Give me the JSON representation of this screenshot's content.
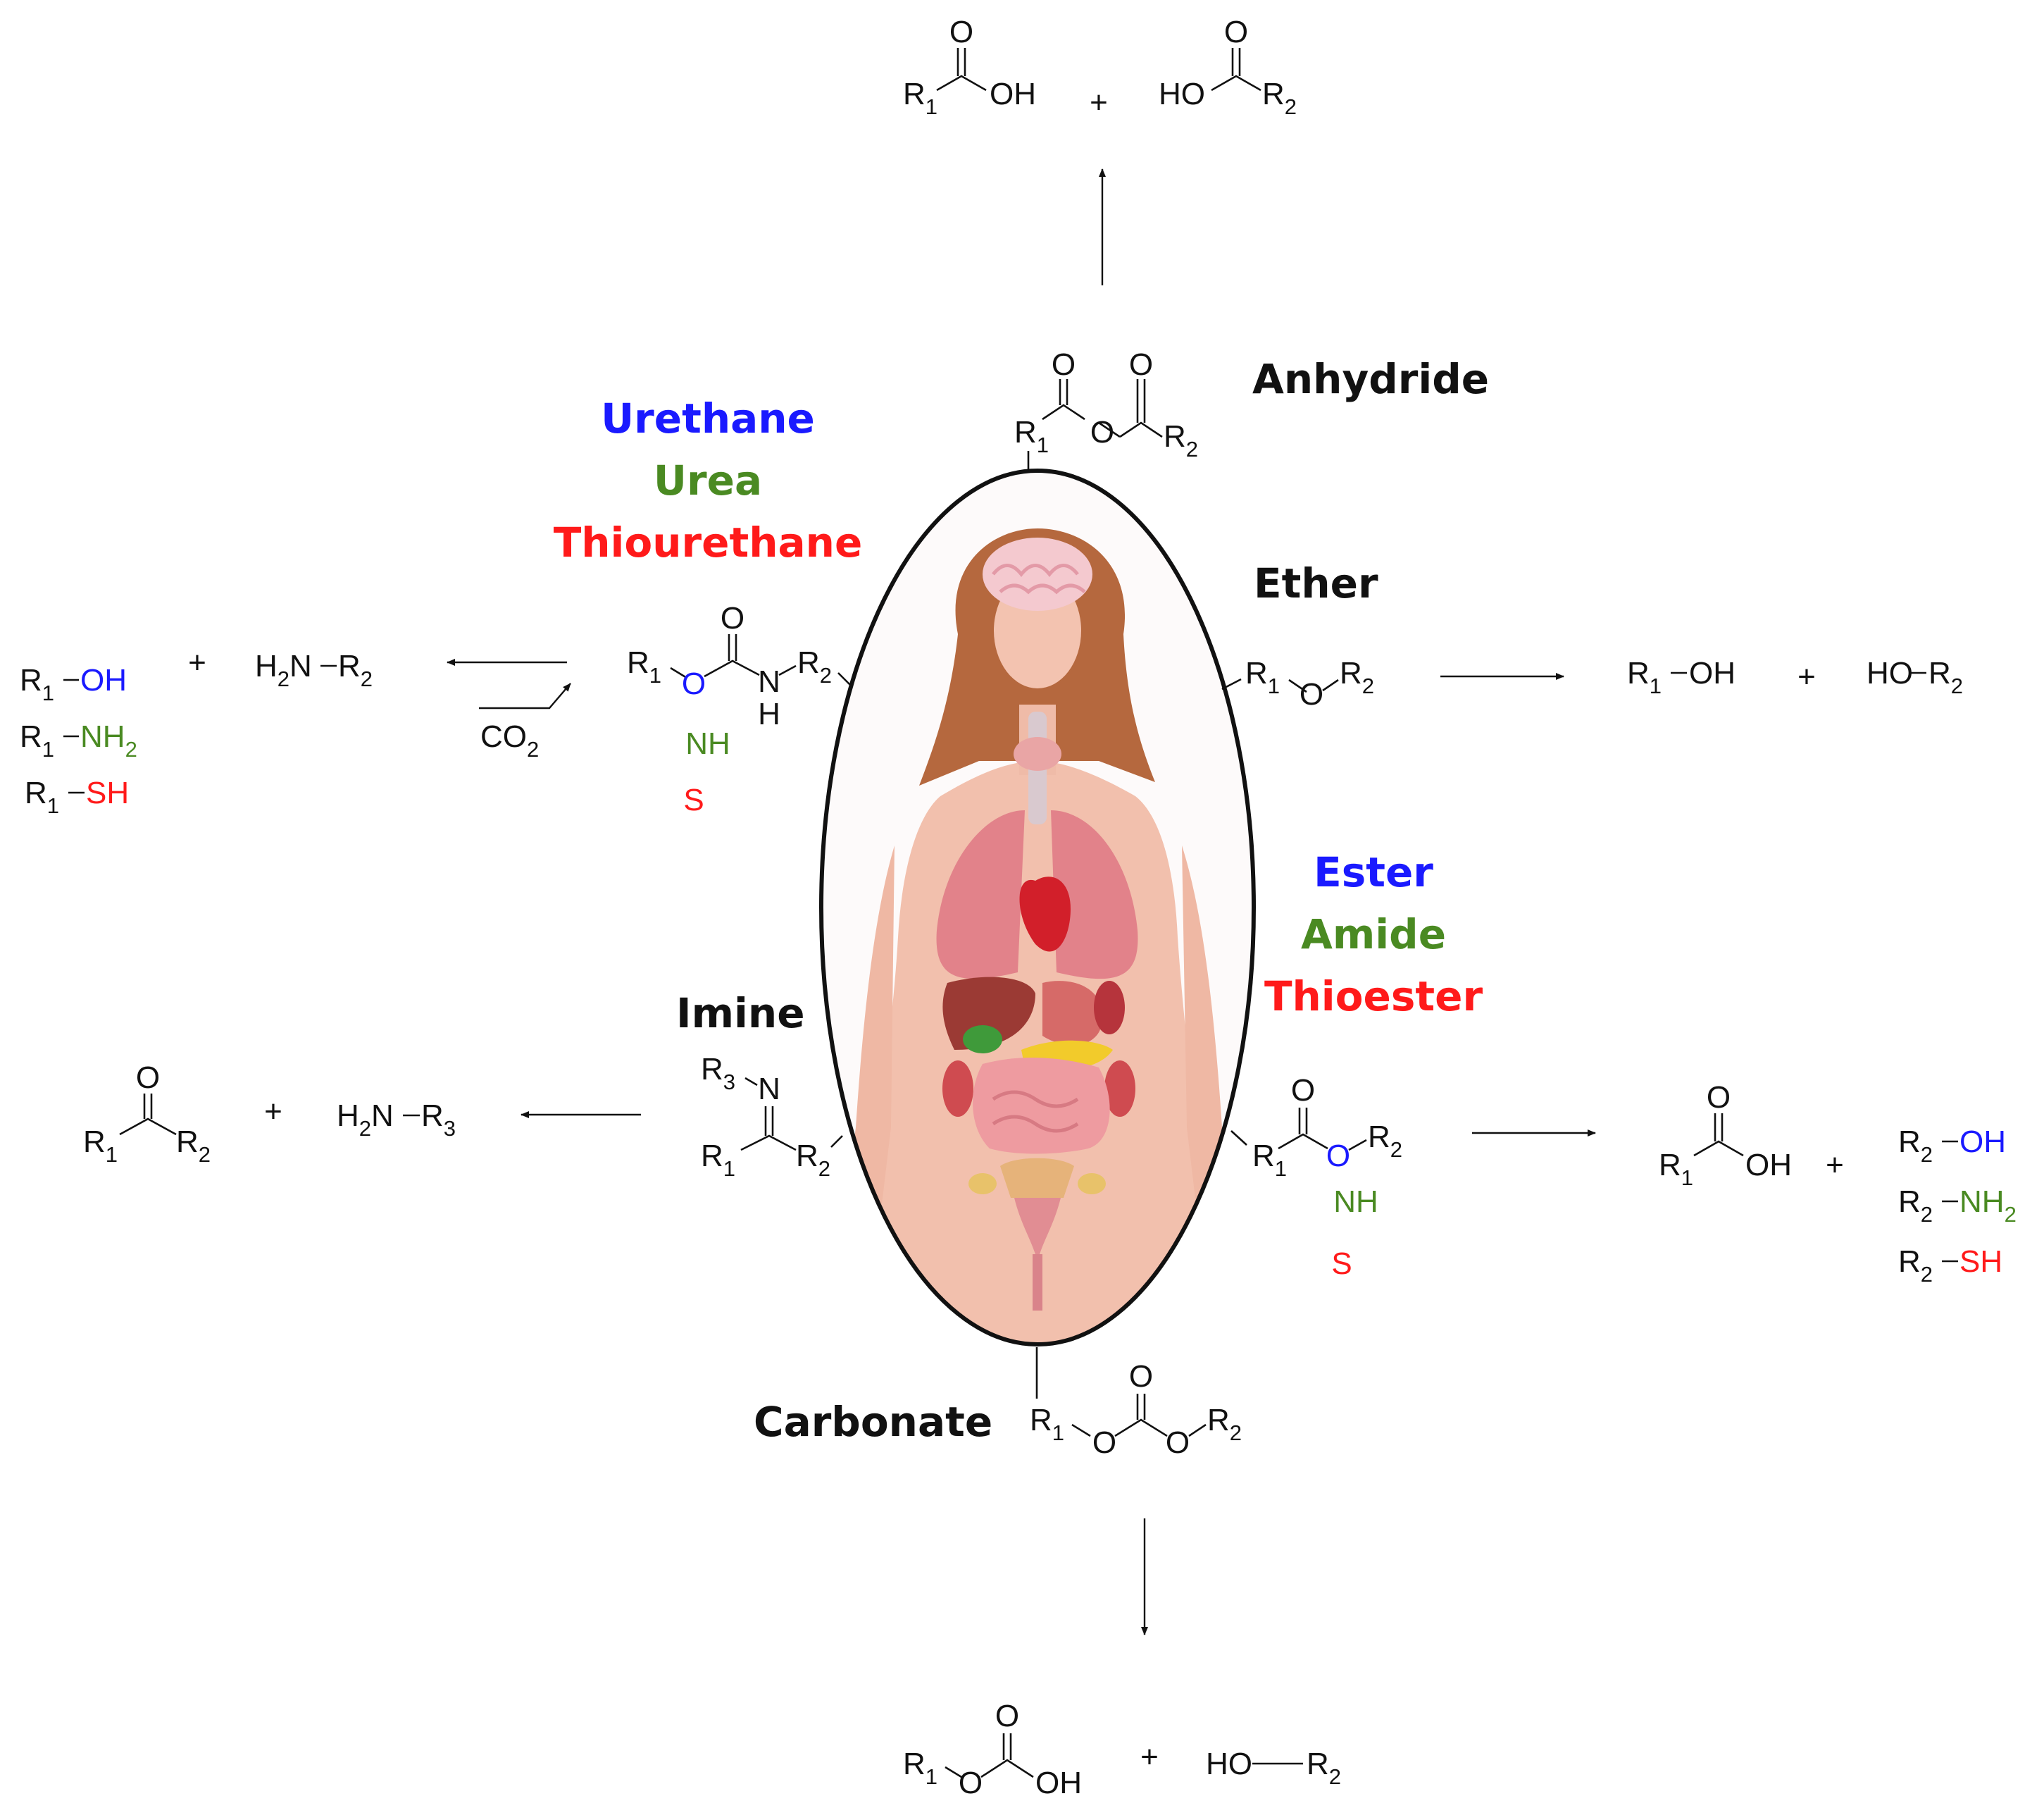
{
  "colors": {
    "blue": "#1a1aff",
    "green": "#4a8a22",
    "red": "#ff1a1a",
    "black": "#111111"
  },
  "labels": {
    "anhydride": "Anhydride",
    "ether": "Ether",
    "urethane": "Urethane",
    "urea": "Urea",
    "thiourethane": "Thiourethane",
    "ester": "Ester",
    "amide": "Amide",
    "thioester": "Thioester",
    "imine": "Imine",
    "carbonate": "Carbonate"
  },
  "atoms": {
    "O": "O",
    "OH": "OH",
    "HO": "HO",
    "R": "R",
    "N": "N",
    "H": "H",
    "NH": "NH",
    "S": "S",
    "NH2_main": "NH",
    "SH": "SH",
    "H2N_main": "H",
    "H2N_tail": "N",
    "CO2_main": "CO",
    "plus": "+",
    "sub1": "1",
    "sub2": "2",
    "sub3": "3"
  }
}
